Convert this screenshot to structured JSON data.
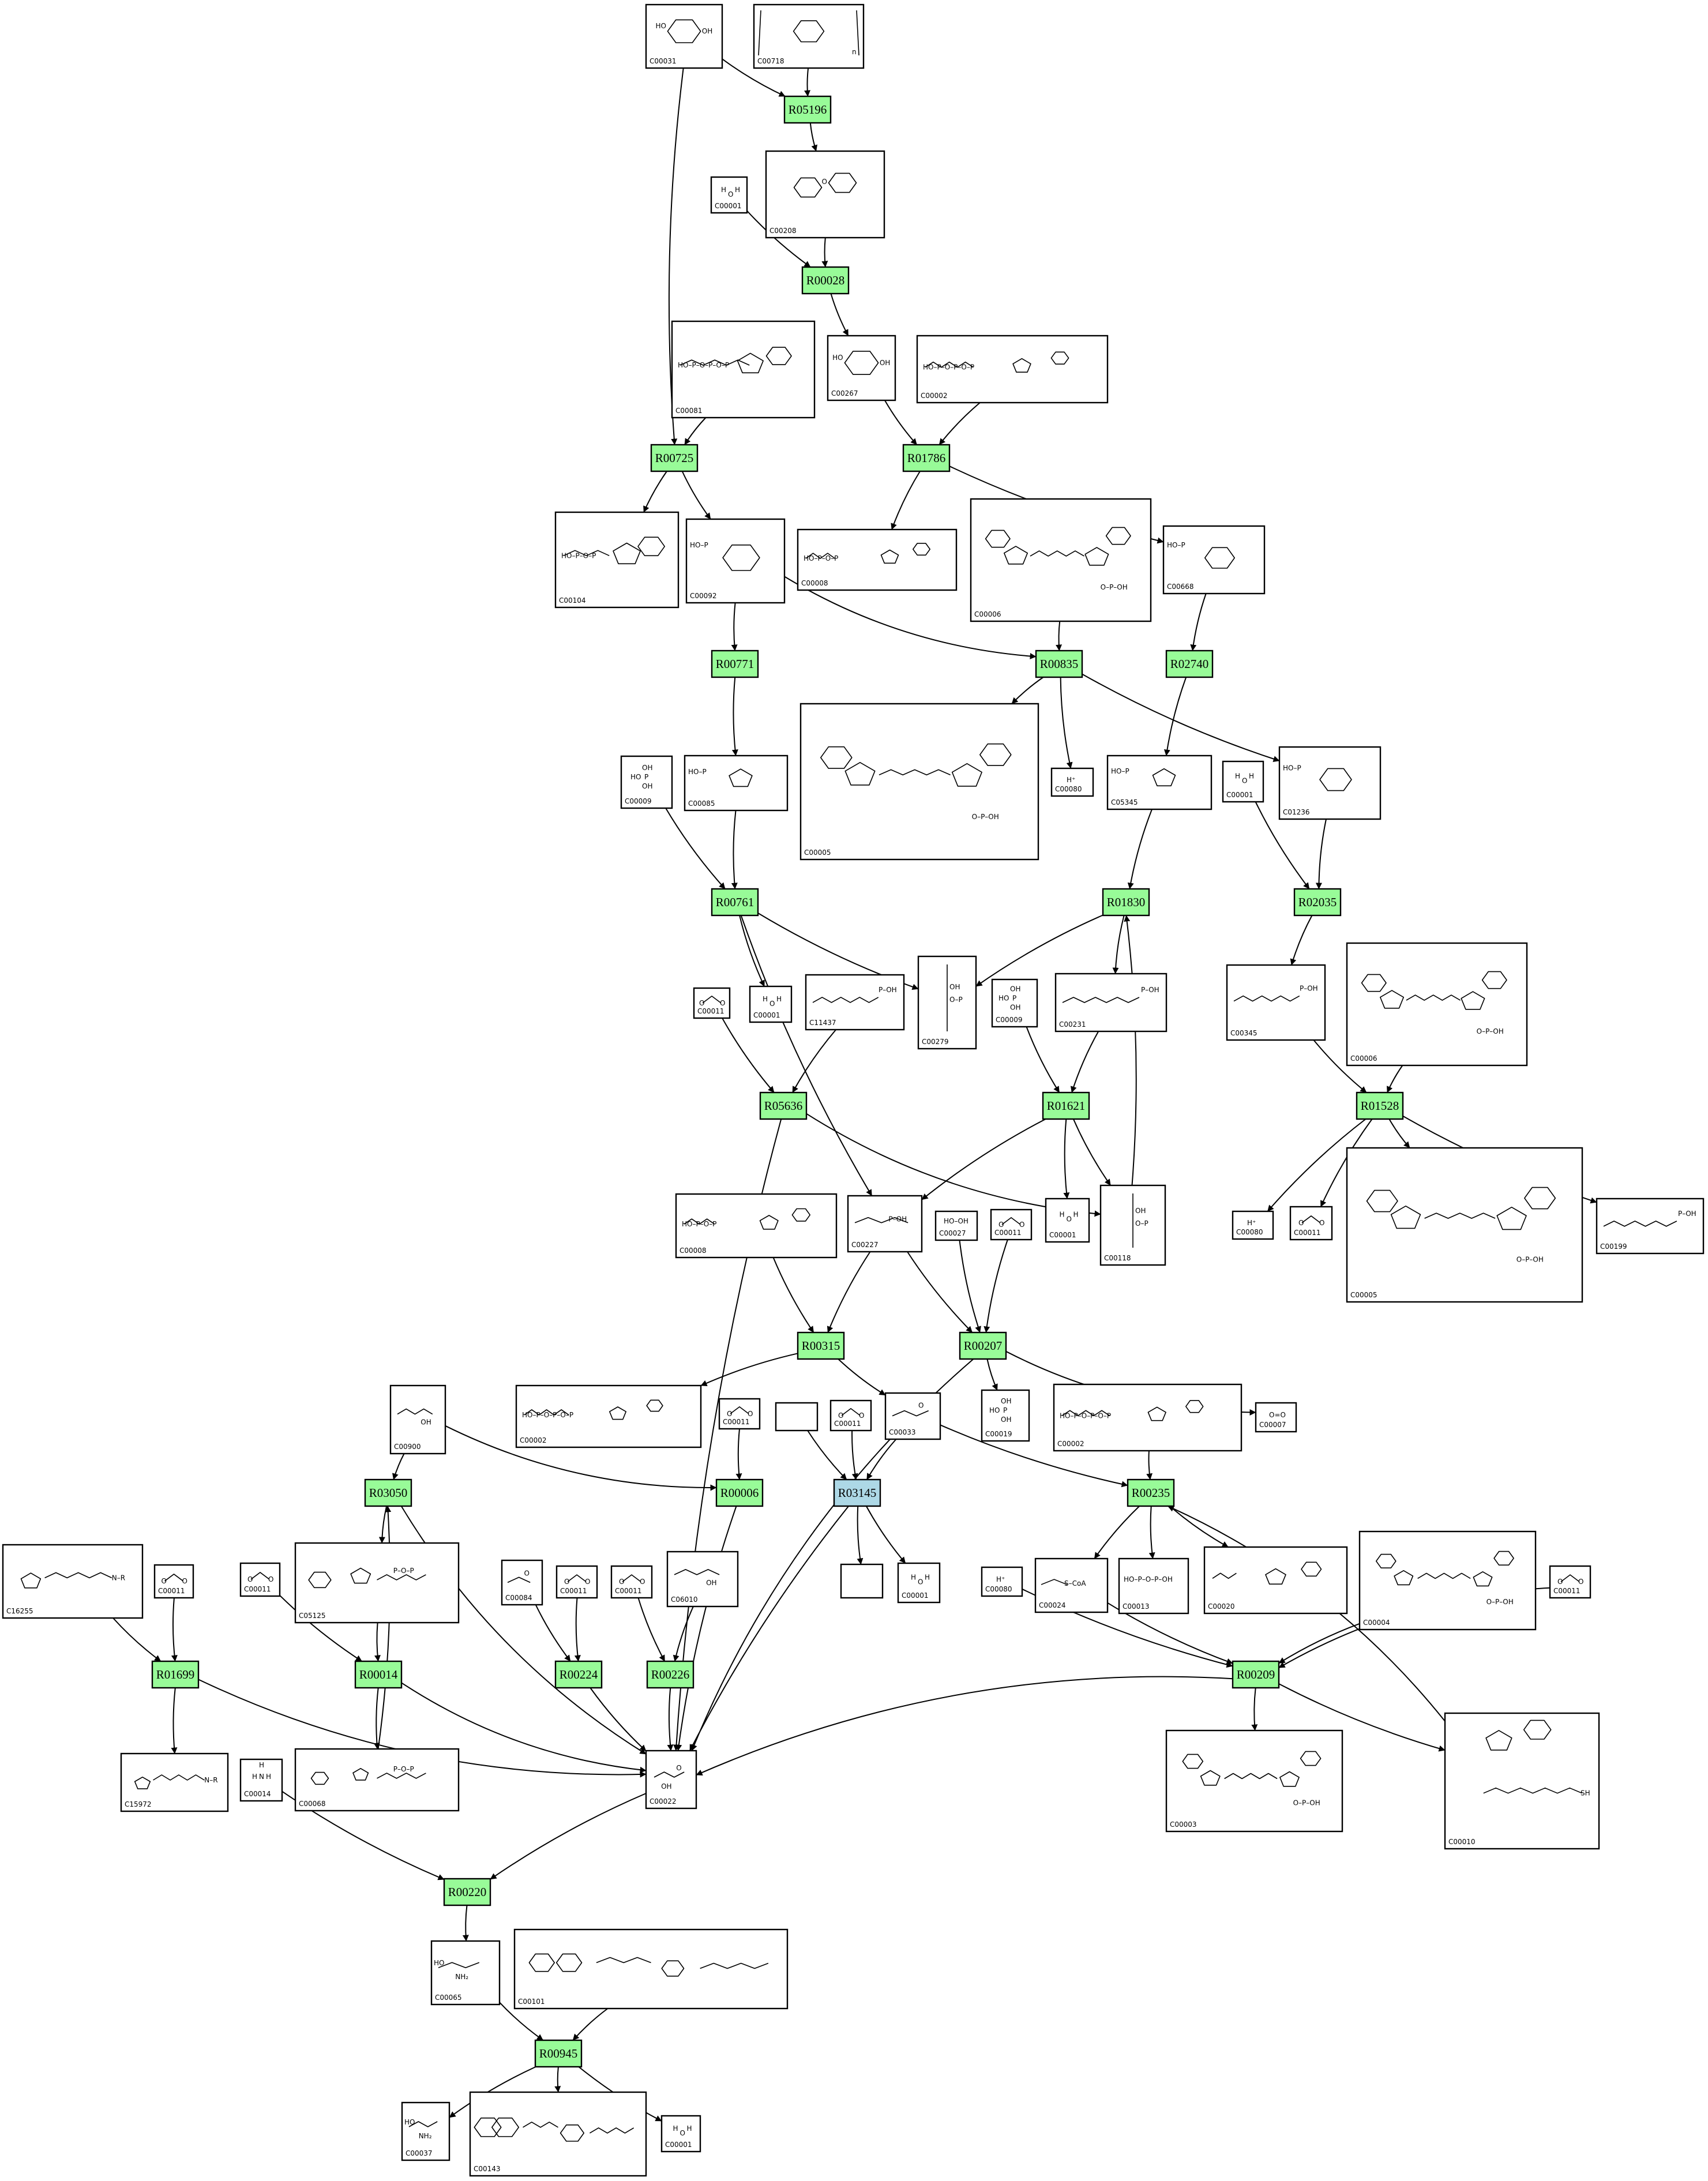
{
  "colors": {
    "reaction_fill": "#98fb98",
    "reaction_highlight_fill": "#add8e6",
    "stroke": "#000000",
    "background": "#ffffff"
  },
  "compounds": [
    {
      "id": "c_C00031",
      "label": "C00031",
      "mol": "hexose_ring"
    },
    {
      "id": "c_C00718",
      "label": "C00718",
      "mol": "polymer_ring"
    },
    {
      "id": "c_C00208",
      "label": "C00208",
      "mol": "disaccharide"
    },
    {
      "id": "c_C00001_a",
      "label": "C00001",
      "mol": "water"
    },
    {
      "id": "c_C00081",
      "label": "C00081",
      "mol": "nucleotide_tri"
    },
    {
      "id": "c_C00267",
      "label": "C00267",
      "mol": "hexose_ring"
    },
    {
      "id": "c_C00002_a",
      "label": "C00002",
      "mol": "nucleotide_tri"
    },
    {
      "id": "c_C00104",
      "label": "C00104",
      "mol": "nucleotide_di"
    },
    {
      "id": "c_C00092",
      "label": "C00092",
      "mol": "sugar_phosphate"
    },
    {
      "id": "c_C00008",
      "label": "C00008",
      "mol": "nucleotide_di"
    },
    {
      "id": "c_C00006_a",
      "label": "C00006",
      "mol": "dinucleotide"
    },
    {
      "id": "c_C00668",
      "label": "C00668",
      "mol": "sugar_phosphate"
    },
    {
      "id": "c_C00009_a",
      "label": "C00009",
      "mol": "phosphate"
    },
    {
      "id": "c_C00085",
      "label": "C00085",
      "mol": "furanose_phosphate"
    },
    {
      "id": "c_C00005_a",
      "label": "C00005",
      "mol": "dinucleotide"
    },
    {
      "id": "c_C00080_a",
      "label": "C00080",
      "mol": "proton"
    },
    {
      "id": "c_C05345",
      "label": "C05345",
      "mol": "furanose_phosphate"
    },
    {
      "id": "c_C00001_b",
      "label": "C00001",
      "mol": "water"
    },
    {
      "id": "c_C01236",
      "label": "C01236",
      "mol": "lactone_phosphate"
    },
    {
      "id": "c_C00011_a",
      "label": "C00011",
      "mol": "co2"
    },
    {
      "id": "c_C00001_c",
      "label": "C00001",
      "mol": "water"
    },
    {
      "id": "c_C11437",
      "label": "C11437",
      "mol": "chain_phosphate"
    },
    {
      "id": "c_C00279",
      "label": "C00279",
      "mol": "aldose_phosphate"
    },
    {
      "id": "c_C00009_b",
      "label": "C00009",
      "mol": "phosphate"
    },
    {
      "id": "c_C00231",
      "label": "C00231",
      "mol": "chain_phosphate"
    },
    {
      "id": "c_C00345",
      "label": "C00345",
      "mol": "chain_phosphate"
    },
    {
      "id": "c_C00006_b",
      "label": "C00006",
      "mol": "dinucleotide"
    },
    {
      "id": "c_C00008_b",
      "label": "C00008",
      "mol": "nucleotide_di"
    },
    {
      "id": "c_C00227",
      "label": "C00227",
      "mol": "acyl_phosphate"
    },
    {
      "id": "c_C00027",
      "label": "C00027",
      "mol": "peroxide"
    },
    {
      "id": "c_C00011_b",
      "label": "C00011",
      "mol": "co2"
    },
    {
      "id": "c_C00001_d",
      "label": "C00001",
      "mol": "water"
    },
    {
      "id": "c_C00118",
      "label": "C00118",
      "mol": "aldose_phosphate"
    },
    {
      "id": "c_C00080_b",
      "label": "C00080",
      "mol": "proton"
    },
    {
      "id": "c_C00011_c",
      "label": "C00011",
      "mol": "co2"
    },
    {
      "id": "c_C00005_b",
      "label": "C00005",
      "mol": "dinucleotide"
    },
    {
      "id": "c_C00199",
      "label": "C00199",
      "mol": "chain_phosphate"
    },
    {
      "id": "c_C00900",
      "label": "C00900",
      "mol": "keto_acid"
    },
    {
      "id": "c_C00002_b",
      "label": "C00002",
      "mol": "nucleotide_tri"
    },
    {
      "id": "c_C00011_d",
      "label": "C00011",
      "mol": "co2"
    },
    {
      "id": "c_blank_a",
      "label": "",
      "mol": "none"
    },
    {
      "id": "c_C00011_e",
      "label": "C00011",
      "mol": "co2"
    },
    {
      "id": "c_C00033",
      "label": "C00033",
      "mol": "acetate"
    },
    {
      "id": "c_C00019",
      "label": "C00019",
      "mol": "phosphate"
    },
    {
      "id": "c_C00002_c",
      "label": "C00002",
      "mol": "nucleotide_tri"
    },
    {
      "id": "c_C00007",
      "label": "C00007",
      "mol": "oxygen"
    },
    {
      "id": "c_C16255",
      "label": "C16255",
      "mol": "lipoyl"
    },
    {
      "id": "c_C00011_f",
      "label": "C00011",
      "mol": "co2"
    },
    {
      "id": "c_C00011_g",
      "label": "C00011",
      "mol": "co2"
    },
    {
      "id": "c_C05125",
      "label": "C05125",
      "mol": "thiamine"
    },
    {
      "id": "c_C00084",
      "label": "C00084",
      "mol": "acetaldehyde"
    },
    {
      "id": "c_C00011_h",
      "label": "C00011",
      "mol": "co2"
    },
    {
      "id": "c_C00011_i",
      "label": "C00011",
      "mol": "co2"
    },
    {
      "id": "c_C06010",
      "label": "C06010",
      "mol": "keto_acid"
    },
    {
      "id": "c_blank_b",
      "label": "",
      "mol": "none"
    },
    {
      "id": "c_C00001_e",
      "label": "C00001",
      "mol": "water"
    },
    {
      "id": "c_C00080_c",
      "label": "C00080",
      "mol": "proton"
    },
    {
      "id": "c_C00024",
      "label": "C00024",
      "mol": "acetyl_coa"
    },
    {
      "id": "c_C00013",
      "label": "C00013",
      "mol": "diphosphate"
    },
    {
      "id": "c_C00020",
      "label": "C00020",
      "mol": "nucleotide_mono"
    },
    {
      "id": "c_C00004",
      "label": "C00004",
      "mol": "dinucleotide"
    },
    {
      "id": "c_C00011_j",
      "label": "C00011",
      "mol": "co2"
    },
    {
      "id": "c_C15972",
      "label": "C15972",
      "mol": "lipoyl"
    },
    {
      "id": "c_C00014",
      "label": "C00014",
      "mol": "ammonia"
    },
    {
      "id": "c_C00068",
      "label": "C00068",
      "mol": "thiamine"
    },
    {
      "id": "c_C00022",
      "label": "C00022",
      "mol": "pyruvate"
    },
    {
      "id": "c_C00003",
      "label": "C00003",
      "mol": "dinucleotide"
    },
    {
      "id": "c_C00010",
      "label": "C00010",
      "mol": "coenzyme_a"
    },
    {
      "id": "c_C00065",
      "label": "C00065",
      "mol": "amino_acid"
    },
    {
      "id": "c_C00101",
      "label": "C00101",
      "mol": "folate"
    },
    {
      "id": "c_C00037",
      "label": "C00037",
      "mol": "amino_acid"
    },
    {
      "id": "c_C00143",
      "label": "C00143",
      "mol": "folate"
    },
    {
      "id": "c_C00001_f",
      "label": "C00001",
      "mol": "water"
    }
  ],
  "reactions": [
    {
      "id": "R05196",
      "label": "R05196",
      "highlight": false
    },
    {
      "id": "R00028",
      "label": "R00028",
      "highlight": false
    },
    {
      "id": "R00725",
      "label": "R00725",
      "highlight": false
    },
    {
      "id": "R01786",
      "label": "R01786",
      "highlight": false
    },
    {
      "id": "R00771",
      "label": "R00771",
      "highlight": false
    },
    {
      "id": "R00835",
      "label": "R00835",
      "highlight": false
    },
    {
      "id": "R02740",
      "label": "R02740",
      "highlight": false
    },
    {
      "id": "R00761",
      "label": "R00761",
      "highlight": false
    },
    {
      "id": "R01830",
      "label": "R01830",
      "highlight": false
    },
    {
      "id": "R02035",
      "label": "R02035",
      "highlight": false
    },
    {
      "id": "R05636",
      "label": "R05636",
      "highlight": false
    },
    {
      "id": "R01621",
      "label": "R01621",
      "highlight": false
    },
    {
      "id": "R01528",
      "label": "R01528",
      "highlight": false
    },
    {
      "id": "R00315",
      "label": "R00315",
      "highlight": false
    },
    {
      "id": "R00207",
      "label": "R00207",
      "highlight": false
    },
    {
      "id": "R03050",
      "label": "R03050",
      "highlight": false
    },
    {
      "id": "R00006",
      "label": "R00006",
      "highlight": false
    },
    {
      "id": "R03145",
      "label": "R03145",
      "highlight": true
    },
    {
      "id": "R00235",
      "label": "R00235",
      "highlight": false
    },
    {
      "id": "R01699",
      "label": "R01699",
      "highlight": false
    },
    {
      "id": "R00014",
      "label": "R00014",
      "highlight": false
    },
    {
      "id": "R00224",
      "label": "R00224",
      "highlight": false
    },
    {
      "id": "R00226",
      "label": "R00226",
      "highlight": false
    },
    {
      "id": "R00209",
      "label": "R00209",
      "highlight": false
    },
    {
      "id": "R00220",
      "label": "R00220",
      "highlight": false
    },
    {
      "id": "R00945",
      "label": "R00945",
      "highlight": false
    }
  ],
  "edges": [
    [
      "c_C00031",
      "R05196"
    ],
    [
      "c_C00718",
      "R05196"
    ],
    [
      "R05196",
      "c_C00208"
    ],
    [
      "c_C00208",
      "R00028"
    ],
    [
      "c_C00001_a",
      "R00028"
    ],
    [
      "R00028",
      "c_C00267"
    ],
    [
      "c_C00031",
      "R00725"
    ],
    [
      "c_C00081",
      "R00725"
    ],
    [
      "R00725",
      "c_C00104"
    ],
    [
      "R00725",
      "c_C00092"
    ],
    [
      "c_C00267",
      "R01786"
    ],
    [
      "c_C00002_a",
      "R01786"
    ],
    [
      "R01786",
      "c_C00008"
    ],
    [
      "R01786",
      "c_C00668"
    ],
    [
      "c_C00092",
      "R00771"
    ],
    [
      "c_C00092",
      "R00835"
    ],
    [
      "c_C00006_a",
      "R00835"
    ],
    [
      "R00835",
      "c_C00005_a"
    ],
    [
      "R00835",
      "c_C00080_a"
    ],
    [
      "R00835",
      "c_C01236"
    ],
    [
      "c_C00668",
      "R02740"
    ],
    [
      "R02740",
      "c_C05345"
    ],
    [
      "R00771",
      "c_C00085"
    ],
    [
      "c_C00085",
      "R00761"
    ],
    [
      "c_C00009_a",
      "R00761"
    ],
    [
      "R00761",
      "c_C00001_c"
    ],
    [
      "R00761",
      "c_C00279"
    ],
    [
      "R00761",
      "c_C00227"
    ],
    [
      "c_C05345",
      "R01830"
    ],
    [
      "R01830",
      "c_C00279"
    ],
    [
      "R01830",
      "c_C00231"
    ],
    [
      "c_C00001_b",
      "R02035"
    ],
    [
      "c_C01236",
      "R02035"
    ],
    [
      "R02035",
      "c_C00345"
    ],
    [
      "c_C00011_a",
      "R05636"
    ],
    [
      "c_C11437",
      "R05636"
    ],
    [
      "R05636",
      "c_C00118"
    ],
    [
      "R05636",
      "c_C00022"
    ],
    [
      "c_C00009_b",
      "R01621"
    ],
    [
      "c_C00231",
      "R01621"
    ],
    [
      "R01621",
      "c_C00227"
    ],
    [
      "R01621",
      "c_C00001_d"
    ],
    [
      "R01621",
      "c_C00118"
    ],
    [
      "c_C00118",
      "R01830"
    ],
    [
      "c_C00345",
      "R01528"
    ],
    [
      "c_C00006_b",
      "R01528"
    ],
    [
      "R01528",
      "c_C00080_b"
    ],
    [
      "R01528",
      "c_C00011_c"
    ],
    [
      "R01528",
      "c_C00005_b"
    ],
    [
      "R01528",
      "c_C00199"
    ],
    [
      "c_C00008_b",
      "R00315"
    ],
    [
      "c_C00227",
      "R00315"
    ],
    [
      "R00315",
      "c_C00002_b"
    ],
    [
      "R00315",
      "c_C00033"
    ],
    [
      "c_C00227",
      "R00207"
    ],
    [
      "c_C00027",
      "R00207"
    ],
    [
      "c_C00011_b",
      "R00207"
    ],
    [
      "R00207",
      "c_C00019"
    ],
    [
      "R00207",
      "c_C00007"
    ],
    [
      "R00207",
      "c_C00022"
    ],
    [
      "c_C00900",
      "R03050"
    ],
    [
      "c_C00900",
      "R00006"
    ],
    [
      "R03050",
      "c_C05125"
    ],
    [
      "R03050",
      "c_C00022"
    ],
    [
      "c_C00011_d",
      "R00006"
    ],
    [
      "R00006",
      "c_C00022"
    ],
    [
      "c_blank_a",
      "R03145"
    ],
    [
      "c_C00011_e",
      "R03145"
    ],
    [
      "c_C00033",
      "R03145"
    ],
    [
      "R03145",
      "c_blank_b"
    ],
    [
      "R03145",
      "c_C00001_e"
    ],
    [
      "R03145",
      "c_C00022"
    ],
    [
      "c_C00033",
      "R00235"
    ],
    [
      "c_C00002_c",
      "R00235"
    ],
    [
      "R00235",
      "c_C00024"
    ],
    [
      "R00235",
      "c_C00013"
    ],
    [
      "R00235",
      "c_C00020"
    ],
    [
      "c_C16255",
      "R01699"
    ],
    [
      "c_C00011_f",
      "R01699"
    ],
    [
      "R01699",
      "c_C15972"
    ],
    [
      "R01699",
      "c_C00022"
    ],
    [
      "c_C00011_g",
      "R00014"
    ],
    [
      "c_C05125",
      "R00014"
    ],
    [
      "R00014",
      "c_C00068"
    ],
    [
      "R00014",
      "c_C00022"
    ],
    [
      "c_C00068",
      "R03050"
    ],
    [
      "c_C00084",
      "R00224"
    ],
    [
      "c_C00011_h",
      "R00224"
    ],
    [
      "R00224",
      "c_C00022"
    ],
    [
      "c_C00011_i",
      "R00226"
    ],
    [
      "c_C06010",
      "R00226"
    ],
    [
      "R00226",
      "c_C00022"
    ],
    [
      "c_C00080_c",
      "R00209"
    ],
    [
      "c_C00024",
      "R00209"
    ],
    [
      "c_C00004",
      "R00209"
    ],
    [
      "c_C00011_j",
      "R00209"
    ],
    [
      "R00209",
      "c_C00003"
    ],
    [
      "R00209",
      "c_C00010"
    ],
    [
      "R00209",
      "c_C00022"
    ],
    [
      "c_C00010",
      "R00235"
    ],
    [
      "c_C00014",
      "R00220"
    ],
    [
      "c_C00022",
      "R00220"
    ],
    [
      "R00220",
      "c_C00065"
    ],
    [
      "c_C00065",
      "R00945"
    ],
    [
      "c_C00101",
      "R00945"
    ],
    [
      "R00945",
      "c_C00037"
    ],
    [
      "R00945",
      "c_C00143"
    ],
    [
      "R00945",
      "c_C00001_f"
    ]
  ]
}
